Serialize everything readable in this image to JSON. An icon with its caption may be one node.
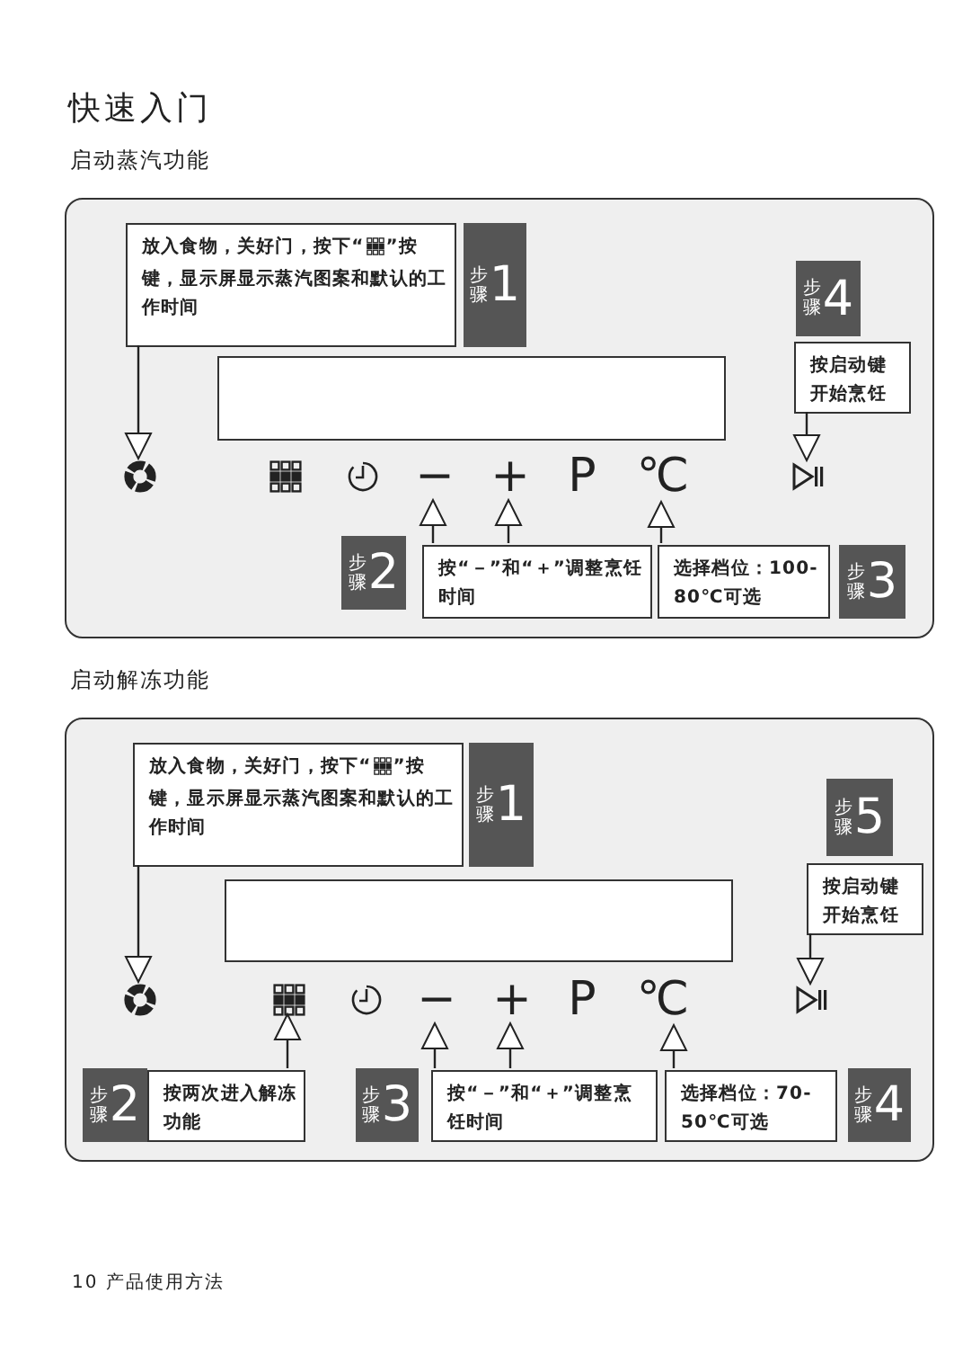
{
  "diagram": {
    "title": "快速入门",
    "nodes": [
      {
        "text": [
          "启动蒸汽功能"
        ]
      },
      {
        "text": [
          "放入食物，关好门，按下“",
          "”按键，显示屏显示蒸汽图案和默认的工作时间"
        ],
        "in": 0
      },
      {
        "text": [
          "步骤",
          "1"
        ],
        "in": 0
      },
      {
        "text": [
          "步骤",
          "4"
        ],
        "in": 0
      },
      {
        "text": [
          "按启动键开始烹饪"
        ],
        "in": 0
      },
      {
        "text": [],
        "shape": "box",
        "in": 0
      },
      {
        "text": [],
        "shape": "circle",
        "in": 0
      },
      {
        "text": [],
        "shape": "grid",
        "in": 0
      },
      {
        "text": [],
        "shape": "circle",
        "in": 0
      },
      {
        "text": [
          "−"
        ],
        "in": 0
      },
      {
        "text": [
          "+"
        ],
        "in": 0
      },
      {
        "text": [
          "P"
        ],
        "in": 0
      },
      {
        "text": [
          "℃"
        ],
        "in": 0
      },
      {
        "text": [],
        "shape": "triangle",
        "in": 0
      },
      {
        "text": [
          "步骤",
          "2"
        ],
        "in": 0
      },
      {
        "text": [
          "按“－”和“＋”调整烹饪时间"
        ],
        "in": 0
      },
      {
        "text": [
          "选择档位：100-80℃可选"
        ],
        "in": 0
      },
      {
        "text": [
          "步骤",
          "3"
        ],
        "in": 0
      },
      {
        "text": [
          "启动解冻功能"
        ]
      },
      {
        "text": [
          "放入食物，关好门，按下“",
          "”按键，显示屏显示蒸汽图案和默认的工作时间"
        ],
        "in": 18
      },
      {
        "text": [
          "步骤",
          "1"
        ],
        "in": 18
      },
      {
        "text": [
          "步骤",
          "5"
        ],
        "in": 18
      },
      {
        "text": [
          "按启动键开始烹饪"
        ],
        "in": 18
      },
      {
        "text": [],
        "shape": "box",
        "in": 18
      },
      {
        "text": [],
        "shape": "circle",
        "in": 18
      },
      {
        "text": [],
        "shape": "grid",
        "in": 18
      },
      {
        "text": [],
        "shape": "circle",
        "in": 18
      },
      {
        "text": [
          "−"
        ],
        "in": 18
      },
      {
        "text": [
          "+"
        ],
        "in": 18
      },
      {
        "text": [
          "P"
        ],
        "in": 18
      },
      {
        "text": [
          "℃"
        ],
        "in": 18
      },
      {
        "text": [],
        "shape": "triangle",
        "in": 18
      },
      {
        "text": [
          "步骤",
          "2"
        ],
        "in": 18
      },
      {
        "text": [
          "按两次进入解冻功能"
        ],
        "in": 18
      },
      {
        "text": [
          "步骤",
          "3"
        ],
        "in": 18
      },
      {
        "text": [
          "按“－”和“＋”调整烹饪时间"
        ],
        "in": 18
      },
      {
        "text": [
          "选择档位：70-50℃可选"
        ],
        "in": 18
      },
      {
        "text": [
          "步骤",
          "4"
        ],
        "in": 18
      }
    ],
    "edges": [
      {
        "from": 1,
        "to": 6,
        "arrow": "to"
      },
      {
        "from": 4,
        "to": 13,
        "arrow": "to"
      },
      {
        "from": 15,
        "to": 9,
        "arrow": "to"
      },
      {
        "from": 15,
        "to": 10,
        "arrow": "to"
      },
      {
        "from": 16,
        "to": 12,
        "arrow": "to"
      },
      {
        "from": 19,
        "to": 24,
        "arrow": "to"
      },
      {
        "from": 22,
        "to": 31,
        "arrow": "to"
      },
      {
        "from": 33,
        "to": 25,
        "arrow": "to"
      },
      {
        "from": 35,
        "to": 27,
        "arrow": "to"
      },
      {
        "from": 35,
        "to": 28,
        "arrow": "to"
      },
      {
        "from": 36,
        "to": 30,
        "arrow": "to"
      }
    ],
    "labels": [
      "10 产品使用方法"
    ]
  }
}
